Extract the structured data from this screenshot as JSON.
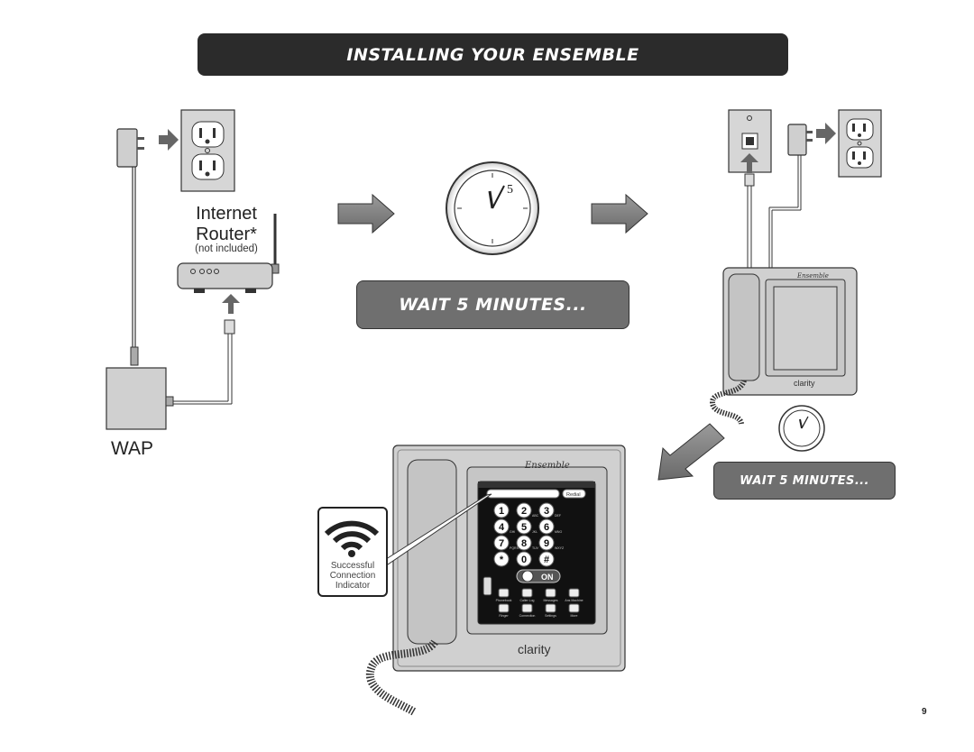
{
  "header": {
    "title": "INSTALLING YOUR ENSEMBLE"
  },
  "router": {
    "name": "Internet Router*",
    "name_line1": "Internet",
    "name_line2": "Router*",
    "note": "(not included)"
  },
  "wap": {
    "label": "WAP"
  },
  "wait_large": {
    "label": "WAIT 5 MINUTES..."
  },
  "wait_small": {
    "label": "WAIT 5 MINUTES..."
  },
  "clock": {
    "number": "5"
  },
  "indicator": {
    "line1": "Successful",
    "line2": "Connection",
    "line3": "Indicator"
  },
  "phone": {
    "logo": "Ensemble",
    "brand": "clarity",
    "redial": "Redial",
    "on_label": "ON",
    "keys": [
      {
        "digit": "1",
        "letters": ""
      },
      {
        "digit": "2",
        "letters": "ABC"
      },
      {
        "digit": "3",
        "letters": "DEF"
      },
      {
        "digit": "4",
        "letters": "GHI"
      },
      {
        "digit": "5",
        "letters": "JKL"
      },
      {
        "digit": "6",
        "letters": "MNO"
      },
      {
        "digit": "7",
        "letters": "PQRS"
      },
      {
        "digit": "8",
        "letters": "TUV"
      },
      {
        "digit": "9",
        "letters": "WXYZ"
      },
      {
        "digit": "*",
        "letters": ""
      },
      {
        "digit": "0",
        "letters": ""
      },
      {
        "digit": "#",
        "letters": ""
      }
    ],
    "bottom_icons": [
      "Phonebook",
      "Caller Log",
      "Messages",
      "Ans Machine",
      "Ringer",
      "Connection",
      "Settings",
      "More"
    ]
  },
  "small_phone": {
    "logo": "Ensemble",
    "brand": "clarity"
  },
  "page": {
    "number": "9"
  },
  "colors": {
    "header_bg": "#2b2b2b",
    "banner_bg": "#6f6f6f",
    "device_gray": "#d0d0d0",
    "outlet_plate": "#d6d6d6"
  }
}
